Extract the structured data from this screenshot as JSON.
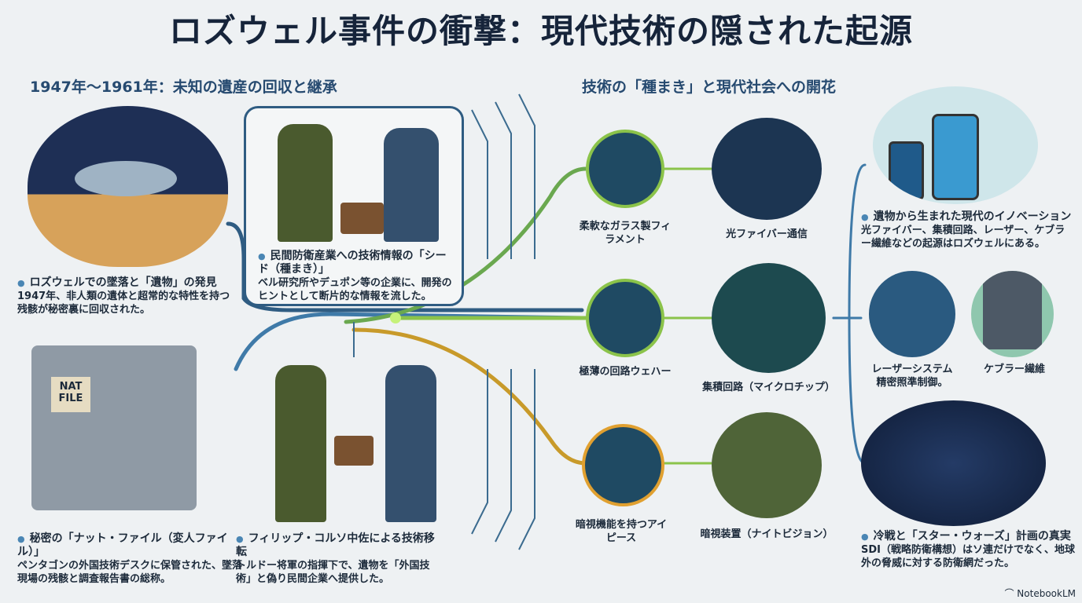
{
  "title": "ロズウェル事件の衝撃：現代技術の隠された起源",
  "left_subtitle": "1947年〜1961年：未知の遺産の回収と継承",
  "right_subtitle": "技術の「種まき」と現代社会への開花",
  "left_items": [
    {
      "heading": "ロズウェルでの墜落と「遺物」の発見",
      "body": "1947年、非人類の遺体と超常的な特性を持つ残骸が秘密裏に回収された。"
    },
    {
      "heading": "民間防衛産業への技術情報の「シード（種まき）」",
      "body": "ベル研究所やデュポン等の企業に、開発のヒントとして断片的な情報を流した。"
    },
    {
      "heading": "秘密の「ナット・ファイル（変人ファイル）」",
      "body": "ペンタゴンの外国技術デスクに保管された、墜落現場の残骸と調査報告書の総称。"
    },
    {
      "heading": "フィリップ・コルソ中佐による技術移転",
      "body": "トルドー将軍の指揮下で、遺物を「外国技術」と偽り民間企業へ提供した。"
    }
  ],
  "file_label": "NAT FILE",
  "tech_nodes": [
    {
      "source": "柔軟なガラス製フィラメント",
      "result": "光ファイバー通信"
    },
    {
      "source": "極薄の回路ウェハー",
      "result": "集積回路（マイクロチップ）"
    },
    {
      "source": "暗視機能を持つアイピース",
      "result": "暗視装置（ナイトビジョン）"
    }
  ],
  "right_items": [
    {
      "heading": "遺物から生まれた現代のイノベーション",
      "body": "光ファイバー、集積回路、レーザー、ケブラー繊維などの起源はロズウェルにある。"
    },
    {
      "heading": "冷戦と「スター・ウォーズ」計画の真実",
      "body": "SDI（戦略防衛構想）はソ連だけでなく、地球外の脅威に対する防衛網だった。"
    }
  ],
  "laser_label": "レーザーシステム",
  "laser_sub": "精密照準制御。",
  "kevlar_label": "ケブラー繊維",
  "brand": "NotebookLM"
}
